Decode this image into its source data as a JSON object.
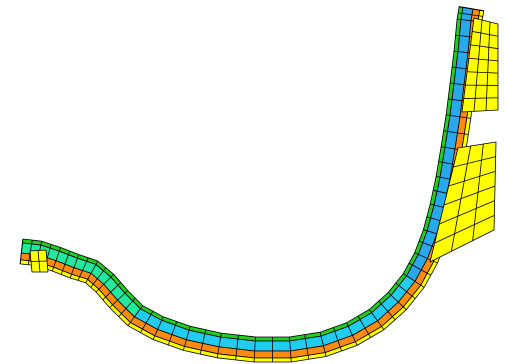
{
  "figure": {
    "description_visible_text": "",
    "colors": {
      "background": "#ffffff",
      "outer_layer": "#22cc22",
      "teal_layer": "#22e8a0",
      "cyan_layer": "#22ccf0",
      "blue_layer": "#2aa8ec",
      "orange_layer": "#ff8a10",
      "yellow_layer": "#ffff00",
      "mesh_lines": "#000000"
    },
    "regions": [
      {
        "name": "outer-green-skin"
      },
      {
        "name": "teal-layer"
      },
      {
        "name": "cyan-layer"
      },
      {
        "name": "orange-layer"
      },
      {
        "name": "yellow-inner-layer"
      },
      {
        "name": "yellow-upper-block"
      },
      {
        "name": "yellow-lower-block"
      },
      {
        "name": "yellow-tip-block"
      }
    ]
  }
}
